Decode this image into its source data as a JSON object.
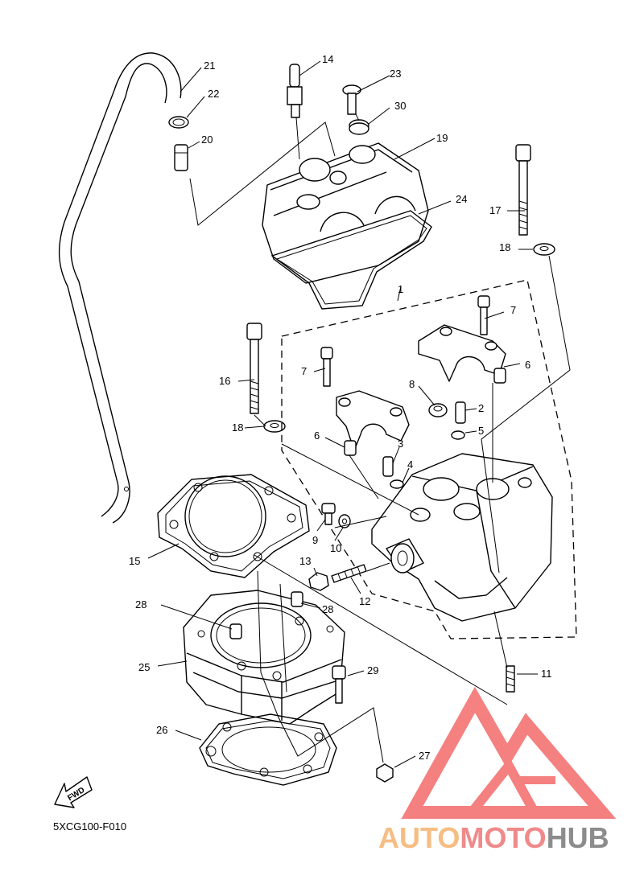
{
  "diagram": {
    "code": "5XCG100-F010",
    "fwd_label": "FWD",
    "part_labels": [
      "1",
      "2",
      "3",
      "4",
      "5",
      "6",
      "6",
      "7",
      "7",
      "8",
      "9",
      "10",
      "11",
      "12",
      "13",
      "14",
      "15",
      "16",
      "17",
      "18",
      "18",
      "19",
      "20",
      "21",
      "22",
      "23",
      "24",
      "25",
      "26",
      "27",
      "28",
      "28",
      "29",
      "30"
    ]
  },
  "watermark": {
    "part1": "AUTO",
    "part2": "MOTO",
    "part3": "HUB",
    "colors": {
      "auto": "#f6bd84",
      "moto": "#f08a8a",
      "hub": "#8c8c8c",
      "logo": "#f36b6b"
    }
  }
}
